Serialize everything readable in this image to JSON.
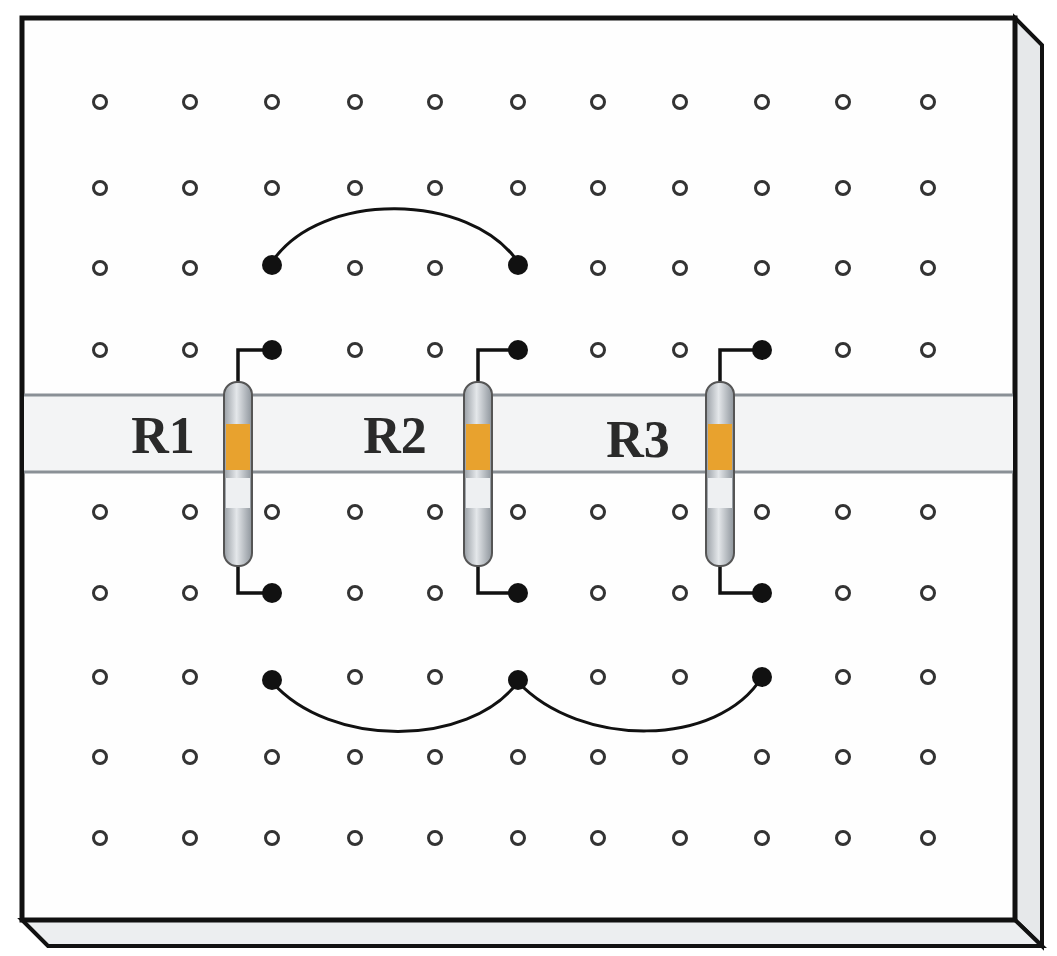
{
  "diagram": {
    "labels": [
      "R1",
      "R2",
      "R3"
    ]
  }
}
